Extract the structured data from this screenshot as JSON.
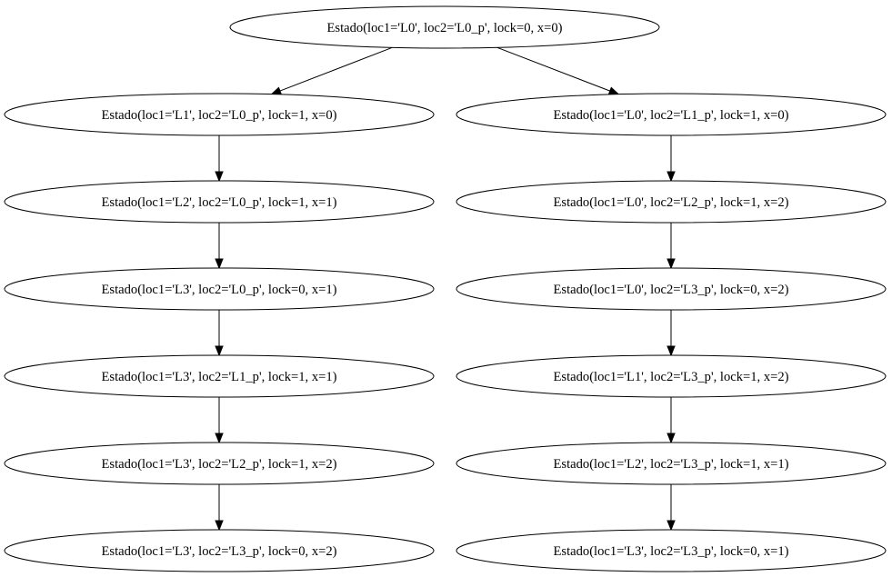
{
  "nodes": [
    {
      "id": "root",
      "label": "Estado(loc1='L0', loc2='L0_p', lock=0, x=0)"
    },
    {
      "id": "l1",
      "label": "Estado(loc1='L1', loc2='L0_p', lock=1, x=0)"
    },
    {
      "id": "l2",
      "label": "Estado(loc1='L2', loc2='L0_p', lock=1, x=1)"
    },
    {
      "id": "l3",
      "label": "Estado(loc1='L3', loc2='L0_p', lock=0, x=1)"
    },
    {
      "id": "l4",
      "label": "Estado(loc1='L3', loc2='L1_p', lock=1, x=1)"
    },
    {
      "id": "l5",
      "label": "Estado(loc1='L3', loc2='L2_p', lock=1, x=2)"
    },
    {
      "id": "l6",
      "label": "Estado(loc1='L3', loc2='L3_p', lock=0, x=2)"
    },
    {
      "id": "r1",
      "label": "Estado(loc1='L0', loc2='L1_p', lock=1, x=0)"
    },
    {
      "id": "r2",
      "label": "Estado(loc1='L0', loc2='L2_p', lock=1, x=2)"
    },
    {
      "id": "r3",
      "label": "Estado(loc1='L0', loc2='L3_p', lock=0, x=2)"
    },
    {
      "id": "r4",
      "label": "Estado(loc1='L1', loc2='L3_p', lock=1, x=2)"
    },
    {
      "id": "r5",
      "label": "Estado(loc1='L2', loc2='L3_p', lock=1, x=1)"
    },
    {
      "id": "r6",
      "label": "Estado(loc1='L3', loc2='L3_p', lock=0, x=1)"
    }
  ],
  "edges": [
    {
      "from": "root",
      "to": "l1"
    },
    {
      "from": "root",
      "to": "r1"
    },
    {
      "from": "l1",
      "to": "l2"
    },
    {
      "from": "l2",
      "to": "l3"
    },
    {
      "from": "l3",
      "to": "l4"
    },
    {
      "from": "l4",
      "to": "l5"
    },
    {
      "from": "l5",
      "to": "l6"
    },
    {
      "from": "r1",
      "to": "r2"
    },
    {
      "from": "r2",
      "to": "r3"
    },
    {
      "from": "r3",
      "to": "r4"
    },
    {
      "from": "r4",
      "to": "r5"
    },
    {
      "from": "r5",
      "to": "r6"
    }
  ]
}
